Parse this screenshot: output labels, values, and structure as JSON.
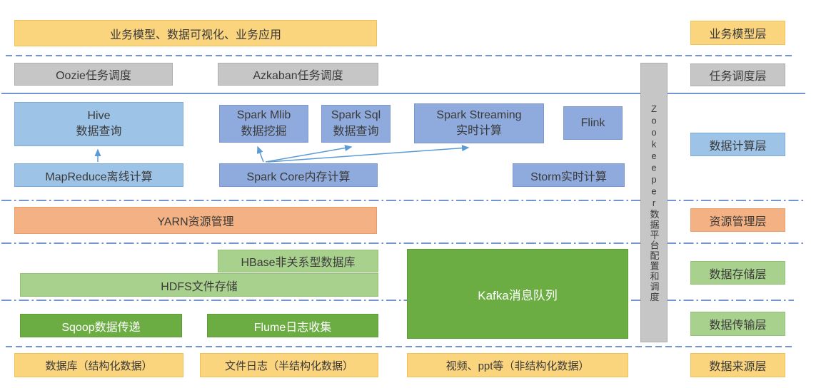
{
  "diagram": {
    "business": {
      "apps": "业务模型、数据可视化、业务应用",
      "layer_label": "业务模型层"
    },
    "scheduling": {
      "oozie": "Oozie任务调度",
      "azkaban": "Azkaban任务调度",
      "layer_label": "任务调度层"
    },
    "computation": {
      "hive_line1": "Hive",
      "hive_line2": "数据查询",
      "spark_mlib_line1": "Spark Mlib",
      "spark_mlib_line2": "数据挖掘",
      "spark_sql_line1": "Spark Sql",
      "spark_sql_line2": "数据查询",
      "spark_streaming_line1": "Spark Streaming",
      "spark_streaming_line2": "实时计算",
      "flink": "Flink",
      "mapreduce": "MapReduce离线计算",
      "spark_core": "Spark Core内存计算",
      "storm": "Storm实时计算",
      "layer_label": "数据计算层"
    },
    "resource": {
      "yarn": "YARN资源管理",
      "layer_label": "资源管理层"
    },
    "storage": {
      "hbase": "HBase非关系型数据库",
      "hdfs": "HDFS文件存储",
      "kafka": "Kafka消息队列",
      "layer_label": "数据存储层"
    },
    "transmission": {
      "sqoop": "Sqoop数据传递",
      "flume": "Flume日志收集",
      "layer_label": "数据传输层"
    },
    "source": {
      "db": "数据库（结构化数据）",
      "filelog": "文件日志（半结构化数据）",
      "video": "视频、ppt等（非结构化数据）",
      "layer_label": "数据来源层"
    },
    "zookeeper": "Zookeeper数据平台配置和调度"
  },
  "colors": {
    "orange": "#FBD47E",
    "gray": "#C6C6C6",
    "blue": "#9DC3E6",
    "purple_blue": "#8FAADC",
    "salmon": "#F4B183",
    "light_green": "#A9D18E",
    "green": "#6BAD43",
    "separator_line": "#4472C4",
    "arrow": "#5B9BD5"
  }
}
